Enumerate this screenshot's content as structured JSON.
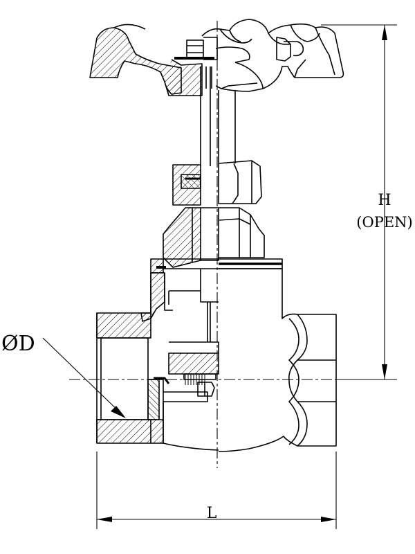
{
  "labels": {
    "diameter": "ØD",
    "height": "H",
    "height_note": "(OPEN)",
    "length": "L"
  },
  "colors": {
    "line": "#000000",
    "background": "#ffffff"
  }
}
